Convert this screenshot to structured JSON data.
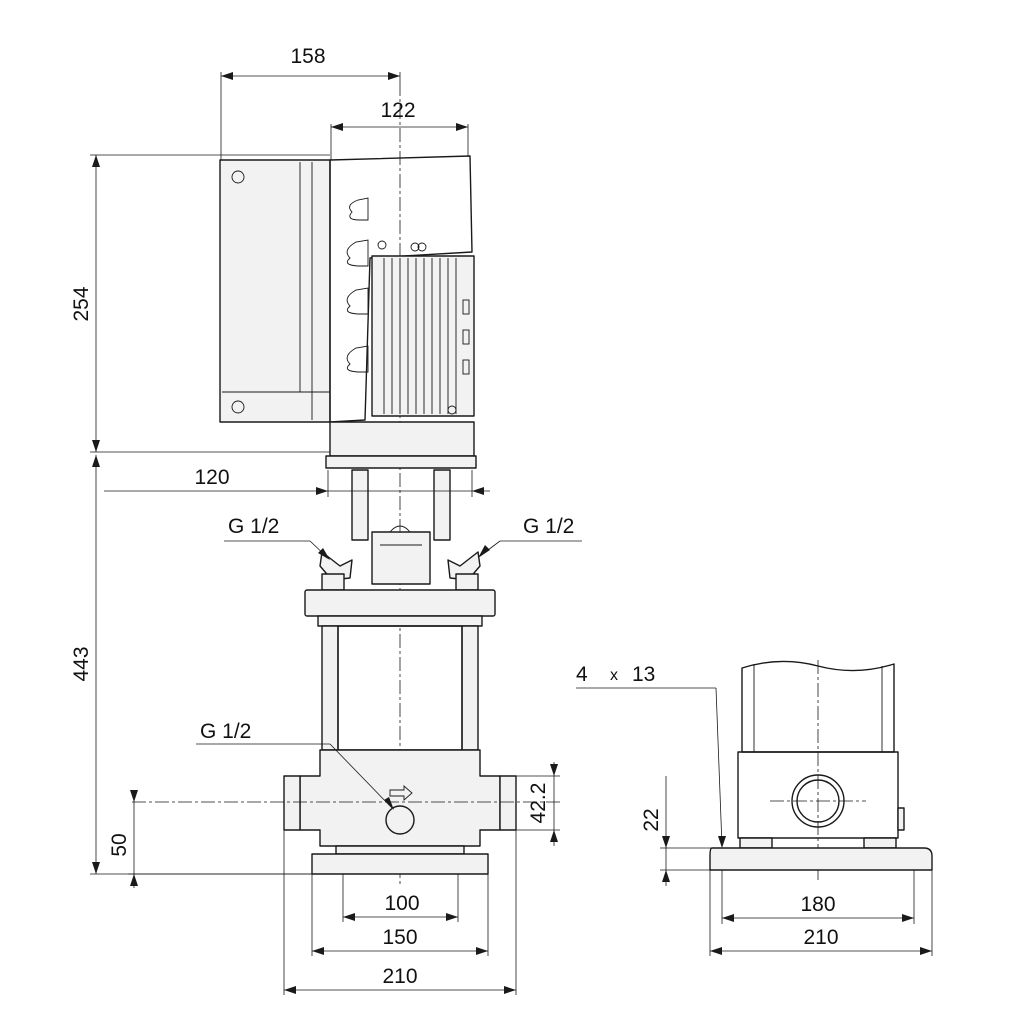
{
  "front_view": {
    "dim_motor_width": "158",
    "dim_motor_body": "122",
    "dim_motor_height": "254",
    "dim_pump_height": "443",
    "dim_coupling": "120",
    "port_top_left": "G 1/2",
    "port_top_right": "G 1/2",
    "port_drain": "G 1/2",
    "dim_inlet_height": "42.2",
    "dim_base_height": "50",
    "dim_base_100": "100",
    "dim_base_150": "150",
    "dim_base_210": "210"
  },
  "side_view": {
    "holes_count": "4",
    "holes_times": "x",
    "holes_size": "13",
    "dim_foot_height": "22",
    "dim_base_180": "180",
    "dim_base_210": "210"
  }
}
